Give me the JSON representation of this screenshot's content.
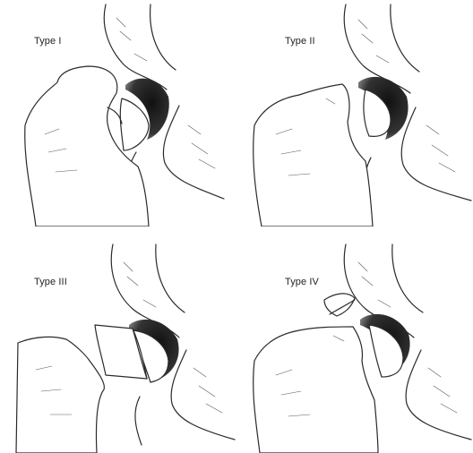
{
  "panels": [
    {
      "label": "Type I"
    },
    {
      "label": "Type II"
    },
    {
      "label": "Type III"
    },
    {
      "label": "Type IV"
    }
  ]
}
